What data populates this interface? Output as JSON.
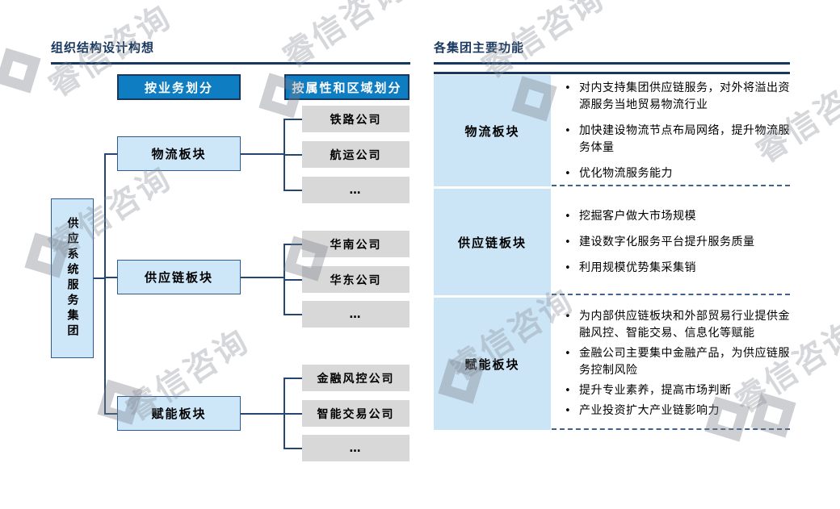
{
  "watermark": {
    "text": "睿信咨询"
  },
  "left_panel": {
    "title": "组织结构设计构想",
    "root_label": "供应系统服务集团",
    "col1_header": "按业务划分",
    "col2_header": "按属性和区域划分",
    "branches": [
      {
        "label": "物流板块",
        "children": [
          "铁路公司",
          "航运公司",
          "…"
        ]
      },
      {
        "label": "供应链板块",
        "children": [
          "华南公司",
          "华东公司",
          "…"
        ]
      },
      {
        "label": "赋能板块",
        "children": [
          "金融风控公司",
          "智能交易公司",
          "…"
        ]
      }
    ]
  },
  "right_panel": {
    "title": "各集团主要功能",
    "rows": [
      {
        "label": "物流板块",
        "bullets": [
          "对内支持集团供应链服务，对外将溢出资源服务当地贸易物流行业",
          "加快建设物流节点布局网络，提升物流服务体量",
          "优化物流服务能力"
        ]
      },
      {
        "label": "供应链板块",
        "bullets": [
          "挖掘客户做大市场规模",
          "建设数字化服务平台提升服务质量",
          "利用规模优势集采集销"
        ]
      },
      {
        "label": "赋能板块",
        "bullets": [
          "为内部供应链板块和外部贸易行业提供金融风控、智能交易、信息化等赋能",
          "金融公司主要集中金融产品，为供应链服务控制风险",
          "提升专业素养，提高市场判断",
          "产业投资扩大产业链影响力"
        ]
      }
    ]
  },
  "colors": {
    "navy": "#17375E",
    "header_blue": "#0E7DC2",
    "light_blue": "#CDE6F8",
    "table_blue": "#CBE4F6",
    "gray_box": "#D8D8D8",
    "line": "#24466F",
    "dash": "#3F618C"
  }
}
